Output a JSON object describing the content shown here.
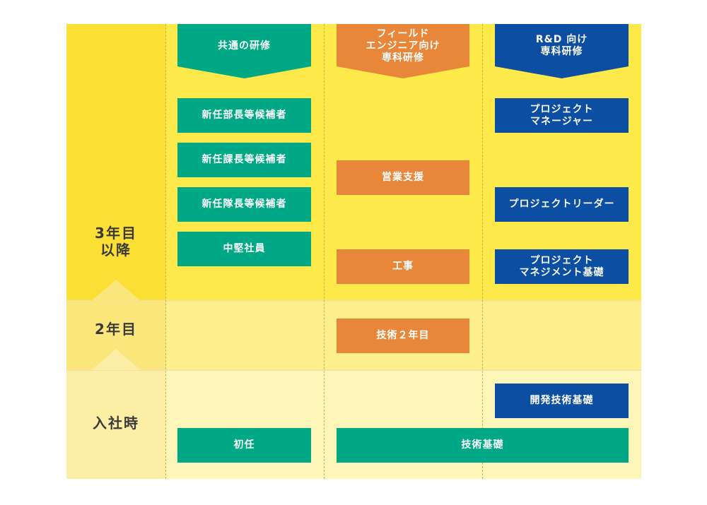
{
  "stages": {
    "senior": "3年目\n以降",
    "second_year": "2年目",
    "entry": "入社時"
  },
  "columns": {
    "common": "共通の研修",
    "field": "フィールド\nエンジニア向け\n専科研修",
    "rd": "R&D 向け\n専科研修"
  },
  "programs": {
    "common": [
      "新任部長等候補者",
      "新任課長等候補者",
      "新任隊長等候補者",
      "中堅社員",
      "初任"
    ],
    "field": [
      "営業支援",
      "工事",
      "技術２年目"
    ],
    "rd": [
      "プロジェクト\nマネージャー",
      "プロジェクトリーダー",
      "プロジェクト\nマネジメント基礎",
      "開発技術基礎"
    ],
    "shared": "技術基礎"
  },
  "colors": {
    "common": "#00a886",
    "field": "#e8873a",
    "rd": "#0b4ea2",
    "band_senior": "#fdea4a",
    "band_second": "#fdf08c",
    "band_entry": "#fef6b8"
  }
}
